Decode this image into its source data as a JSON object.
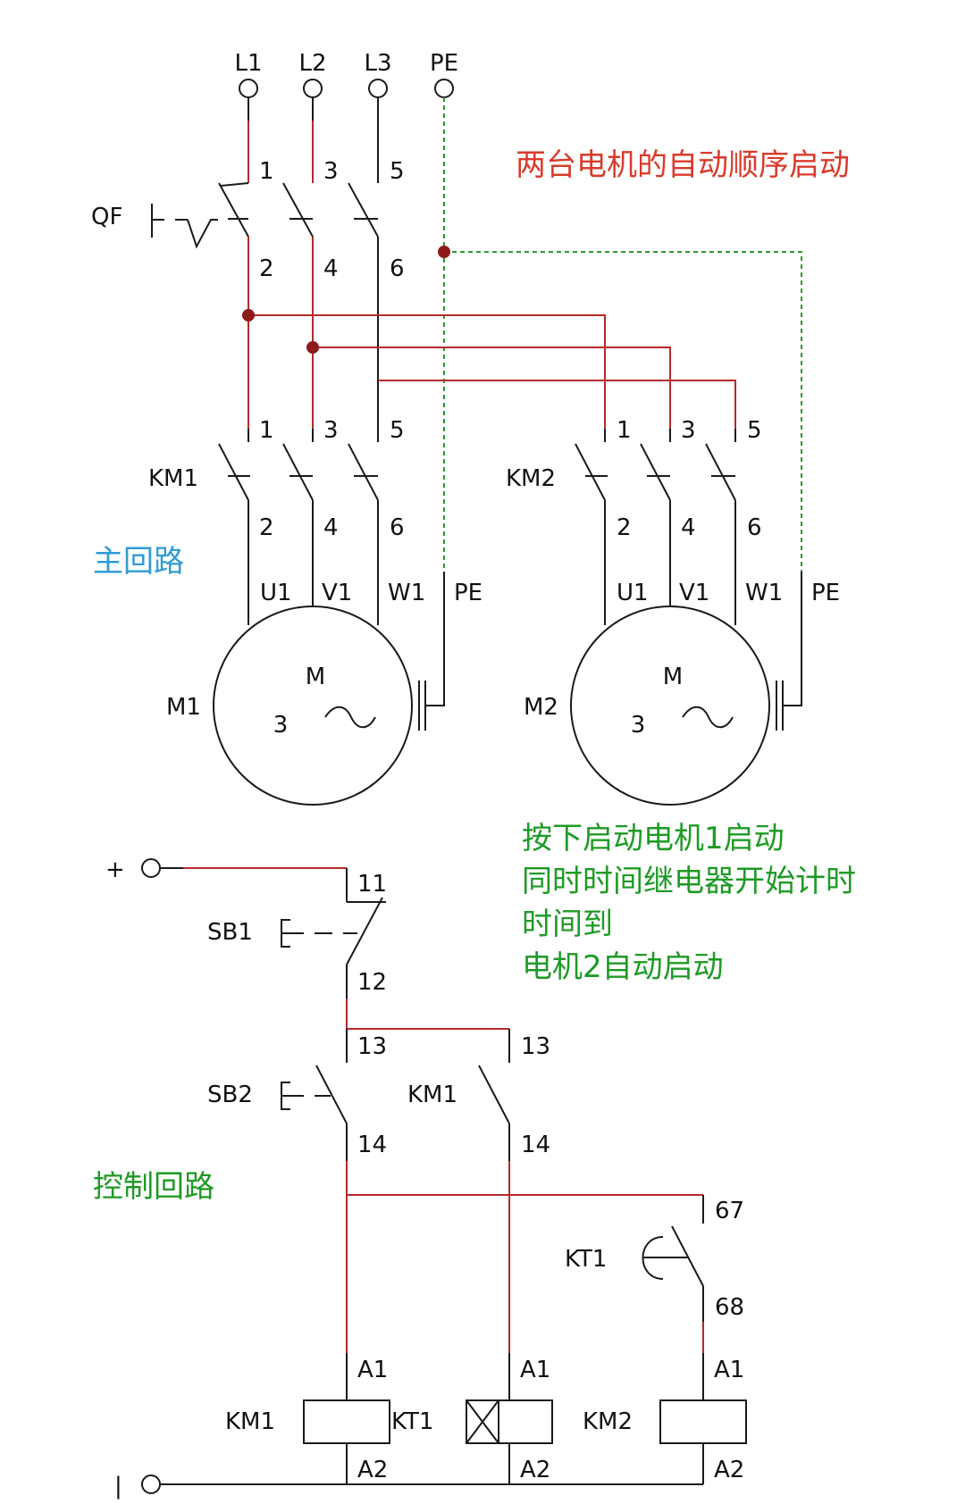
{
  "title": "两台电机的自动顺序启动",
  "section_main": "主回路",
  "section_control": "控制回路",
  "annotation": [
    "按下启动电机1启动",
    "同时时间继电器开始计时",
    "时间到",
    "电机2自动启动"
  ],
  "supply": {
    "l1": "L1",
    "l2": "L2",
    "l3": "L3",
    "pe": "PE"
  },
  "qf": {
    "name": "QF",
    "top": [
      "1",
      "3",
      "5"
    ],
    "bottom": [
      "2",
      "4",
      "6"
    ]
  },
  "km1_main": {
    "name": "KM1",
    "top": [
      "1",
      "3",
      "5"
    ],
    "bottom": [
      "2",
      "4",
      "6"
    ]
  },
  "km2_main": {
    "name": "KM2",
    "top": [
      "1",
      "3",
      "5"
    ],
    "bottom": [
      "2",
      "4",
      "6"
    ]
  },
  "motor1": {
    "name": "M1",
    "terminals": [
      "U1",
      "V1",
      "W1",
      "PE"
    ],
    "m": "M",
    "phases": "3"
  },
  "motor2": {
    "name": "M2",
    "terminals": [
      "U1",
      "V1",
      "W1",
      "PE"
    ],
    "m": "M",
    "phases": "3"
  },
  "control": {
    "plus": "+",
    "minus": "|",
    "sb1": {
      "name": "SB1",
      "top": "11",
      "bottom": "12"
    },
    "sb2": {
      "name": "SB2",
      "top": "13",
      "bottom": "14"
    },
    "km1_aux": {
      "name": "KM1",
      "top": "13",
      "bottom": "14"
    },
    "kt1_contact": {
      "name": "KT1",
      "top": "67",
      "bottom": "68"
    },
    "coil_km1": {
      "name": "KM1",
      "a1": "A1",
      "a2": "A2"
    },
    "coil_kt1": {
      "name": "KT1",
      "a1": "A1",
      "a2": "A2"
    },
    "coil_km2": {
      "name": "KM2",
      "a1": "A1",
      "a2": "A2"
    }
  }
}
